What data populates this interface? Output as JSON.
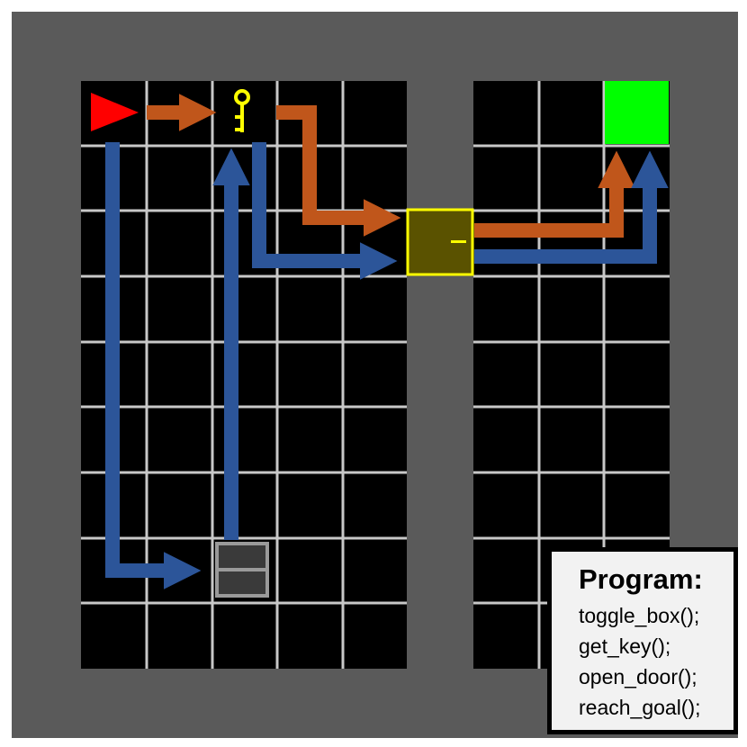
{
  "colors": {
    "wall": "#5a5a5a",
    "floor": "#000000",
    "grid": "#c8c8c8",
    "agent": "#ff0000",
    "key": "#ffff00",
    "door_fill": "#5a5200",
    "door_border": "#ffff00",
    "goal": "#00ff00",
    "box_fill": "#3a3a3a",
    "box_border": "#9a9a9a",
    "path_orange": "#c0561b",
    "path_blue": "#2c5599"
  },
  "objects": {
    "agent": "red-triangle-agent facing right",
    "key": "yellow-key-icon",
    "door": "locked-door",
    "goal": "green-goal-square",
    "box": "gray-box"
  },
  "paths": [
    {
      "name": "orange-path"
    },
    {
      "name": "blue-path"
    }
  ],
  "program": {
    "title": "Program:",
    "lines": [
      "toggle_box();",
      "get_key();",
      "open_door();",
      "reach_goal();"
    ]
  }
}
